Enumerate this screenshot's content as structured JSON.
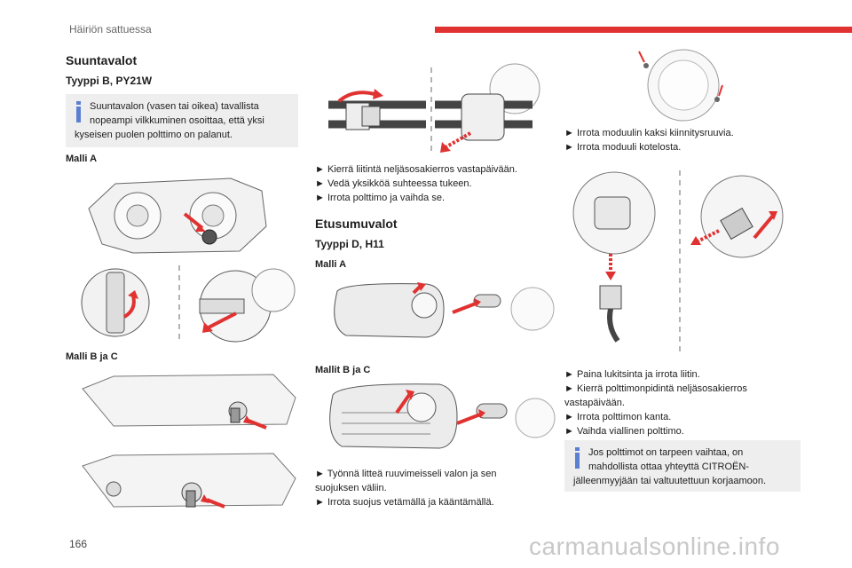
{
  "header": {
    "section_title": "Häiriön sattuessa",
    "accent_color": "#e03231"
  },
  "col1": {
    "heading": "Suuntavalot",
    "subheading": "Tyyppi B, PY21W",
    "note": {
      "icon": "info-icon",
      "line1": "Suuntavalon (vasen tai oikea) tavallista",
      "line2": "nopeampi vilkkuminen osoittaa, että yksi",
      "line3": "kyseisen puolen polttimo on palanut."
    },
    "model_a_label": "Malli A",
    "model_bc_label": "Malli B ja C"
  },
  "col2": {
    "steps": [
      "► Kierrä liitintä neljäsosakierros vastapäivään.",
      "► Vedä yksikköä suhteessa tukeen.",
      "► Irrota polttimo ja vaihda se."
    ],
    "heading": "Etusumuvalot",
    "subheading": "Tyyppi D, H11",
    "model_a_label": "Malli A",
    "model_bc_label": "Mallit B ja C",
    "steps2": [
      "► Työnnä litteä ruuvimeisseli valon ja sen",
      "suojuksen väliin.",
      "► Irrota suojus vetämällä ja kääntämällä."
    ]
  },
  "col3": {
    "steps_top": [
      "► Irrota moduulin kaksi kiinnitysruuvia.",
      "► Irrota moduuli kotelosta."
    ],
    "steps_bottom": [
      "► Paina lukitsinta ja irrota liitin.",
      "► Kierrä polttimonpidintä neljäsosakierros",
      "vastapäivään.",
      "► Irrota polttimon kanta.",
      "► Vaihda viallinen polttimo."
    ],
    "note": {
      "icon": "info-icon",
      "line1": "Jos polttimot on tarpeen vaihtaa, on",
      "line2": "mahdollista ottaa yhteyttä CITROËN-",
      "line3": "jälleenmyyjään tai valtuutettuun korjaamoon."
    }
  },
  "footer": {
    "page_number": "166",
    "watermark": "carmanualsonline.info"
  }
}
